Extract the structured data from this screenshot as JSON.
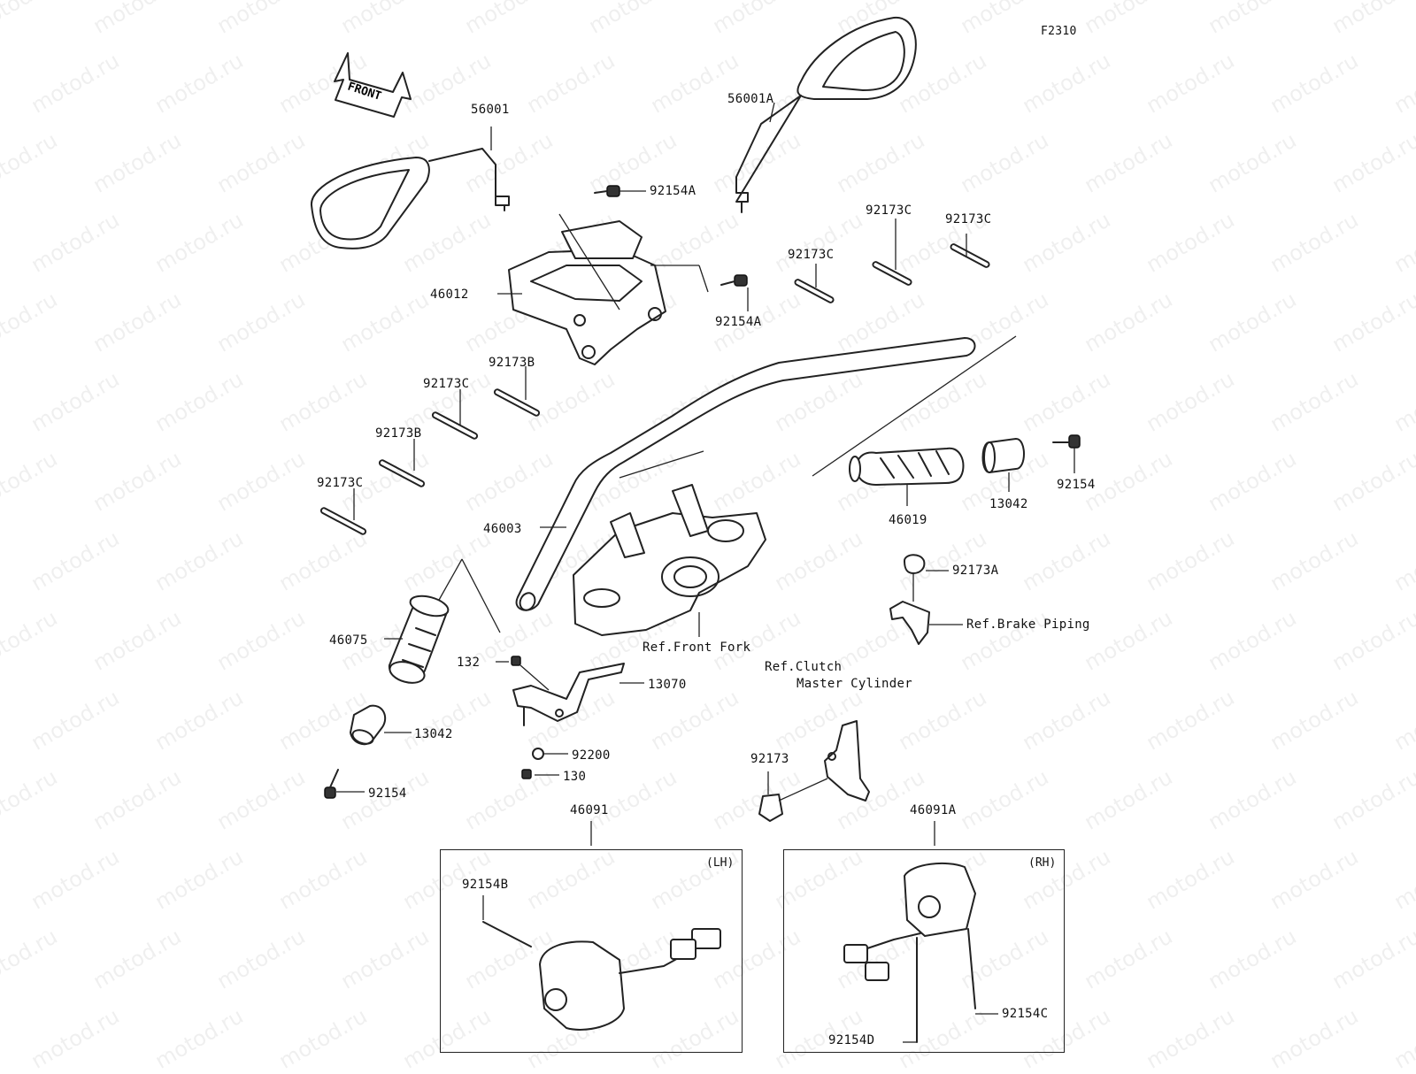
{
  "diagram_code": "F2310",
  "front_arrow_text": "FRONT",
  "watermark_text": "motod.ru",
  "parts": {
    "mirror_left": "56001",
    "mirror_right": "56001A",
    "bolt_upper_a": "92154A",
    "bolt_upper_b": "92154A",
    "holder": "46012",
    "band_c1": "92173C",
    "band_c2": "92173C",
    "band_c3": "92173C",
    "band_c4": "92173C",
    "band_c5": "92173C",
    "band_b1": "92173B",
    "band_b2": "92173B",
    "handlebar": "46003",
    "grip_right": "46019",
    "weight_right": "13042",
    "bolt_right": "92154",
    "clamp_a": "92173A",
    "ref_brake": "Ref.Brake Piping",
    "ref_fork": "Ref.Front Fork",
    "grip_left": "46075",
    "weight_left": "13042",
    "bolt_left": "92154",
    "screw_132": "132",
    "bracket_13070": "13070",
    "washer": "92200",
    "nut": "130",
    "ref_clutch_1": "Ref.Clutch",
    "ref_clutch_2": "Master Cylinder",
    "clamp_92173": "92173",
    "switch_lh": "46091",
    "switch_rh": "46091A",
    "screw_lh": "92154B",
    "screw_rh_d": "92154D",
    "screw_rh_c": "92154C"
  },
  "boxes": {
    "lh_label": "(LH)",
    "rh_label": "(RH)"
  }
}
